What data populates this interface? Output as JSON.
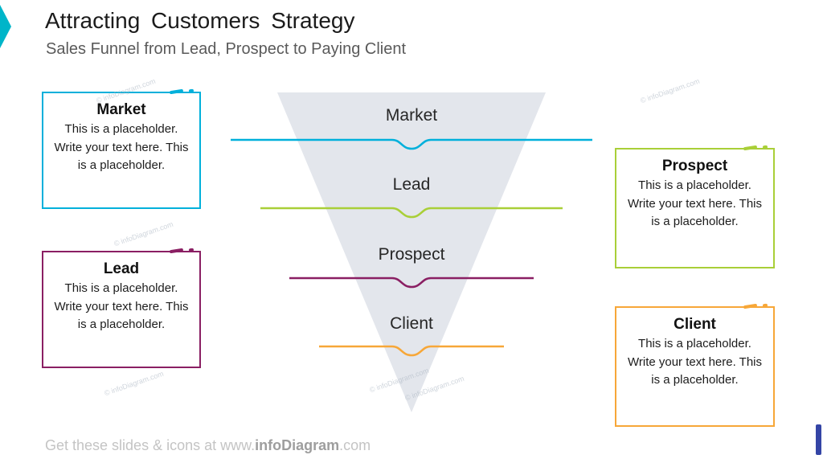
{
  "slide": {
    "title": "Attracting Customers Strategy",
    "subtitle": "Sales Funnel from Lead, Prospect to Paying Client"
  },
  "funnel": {
    "levels": [
      {
        "label": "Market",
        "color": "#00b0db"
      },
      {
        "label": "Lead",
        "color": "#a9cf38"
      },
      {
        "label": "Prospect",
        "color": "#8a1f63"
      },
      {
        "label": "Client",
        "color": "#f7a738"
      }
    ]
  },
  "callouts": [
    {
      "title": "Market",
      "body": "This is a placeholder. Write your text here. This is a placeholder.",
      "color": "#00b0db"
    },
    {
      "title": "Lead",
      "body": "This is a placeholder. Write your text here. This is a placeholder.",
      "color": "#8a1f63"
    },
    {
      "title": "Prospect",
      "body": "This is a placeholder. Write your text here. This is a placeholder.",
      "color": "#a9cf38"
    },
    {
      "title": "Client",
      "body": "This is a placeholder. Write your text here. This is a placeholder.",
      "color": "#f7a738"
    }
  ],
  "watermark": "© infoDiagram.com",
  "footer": {
    "prefix": "Get these slides & icons at www.",
    "brand": "infoDiagram",
    "suffix": ".com"
  },
  "accents": {
    "corner_flag_color": "#00b5c9",
    "side_bar_color": "#3445a6",
    "funnel_fill": "#e3e6ec"
  }
}
